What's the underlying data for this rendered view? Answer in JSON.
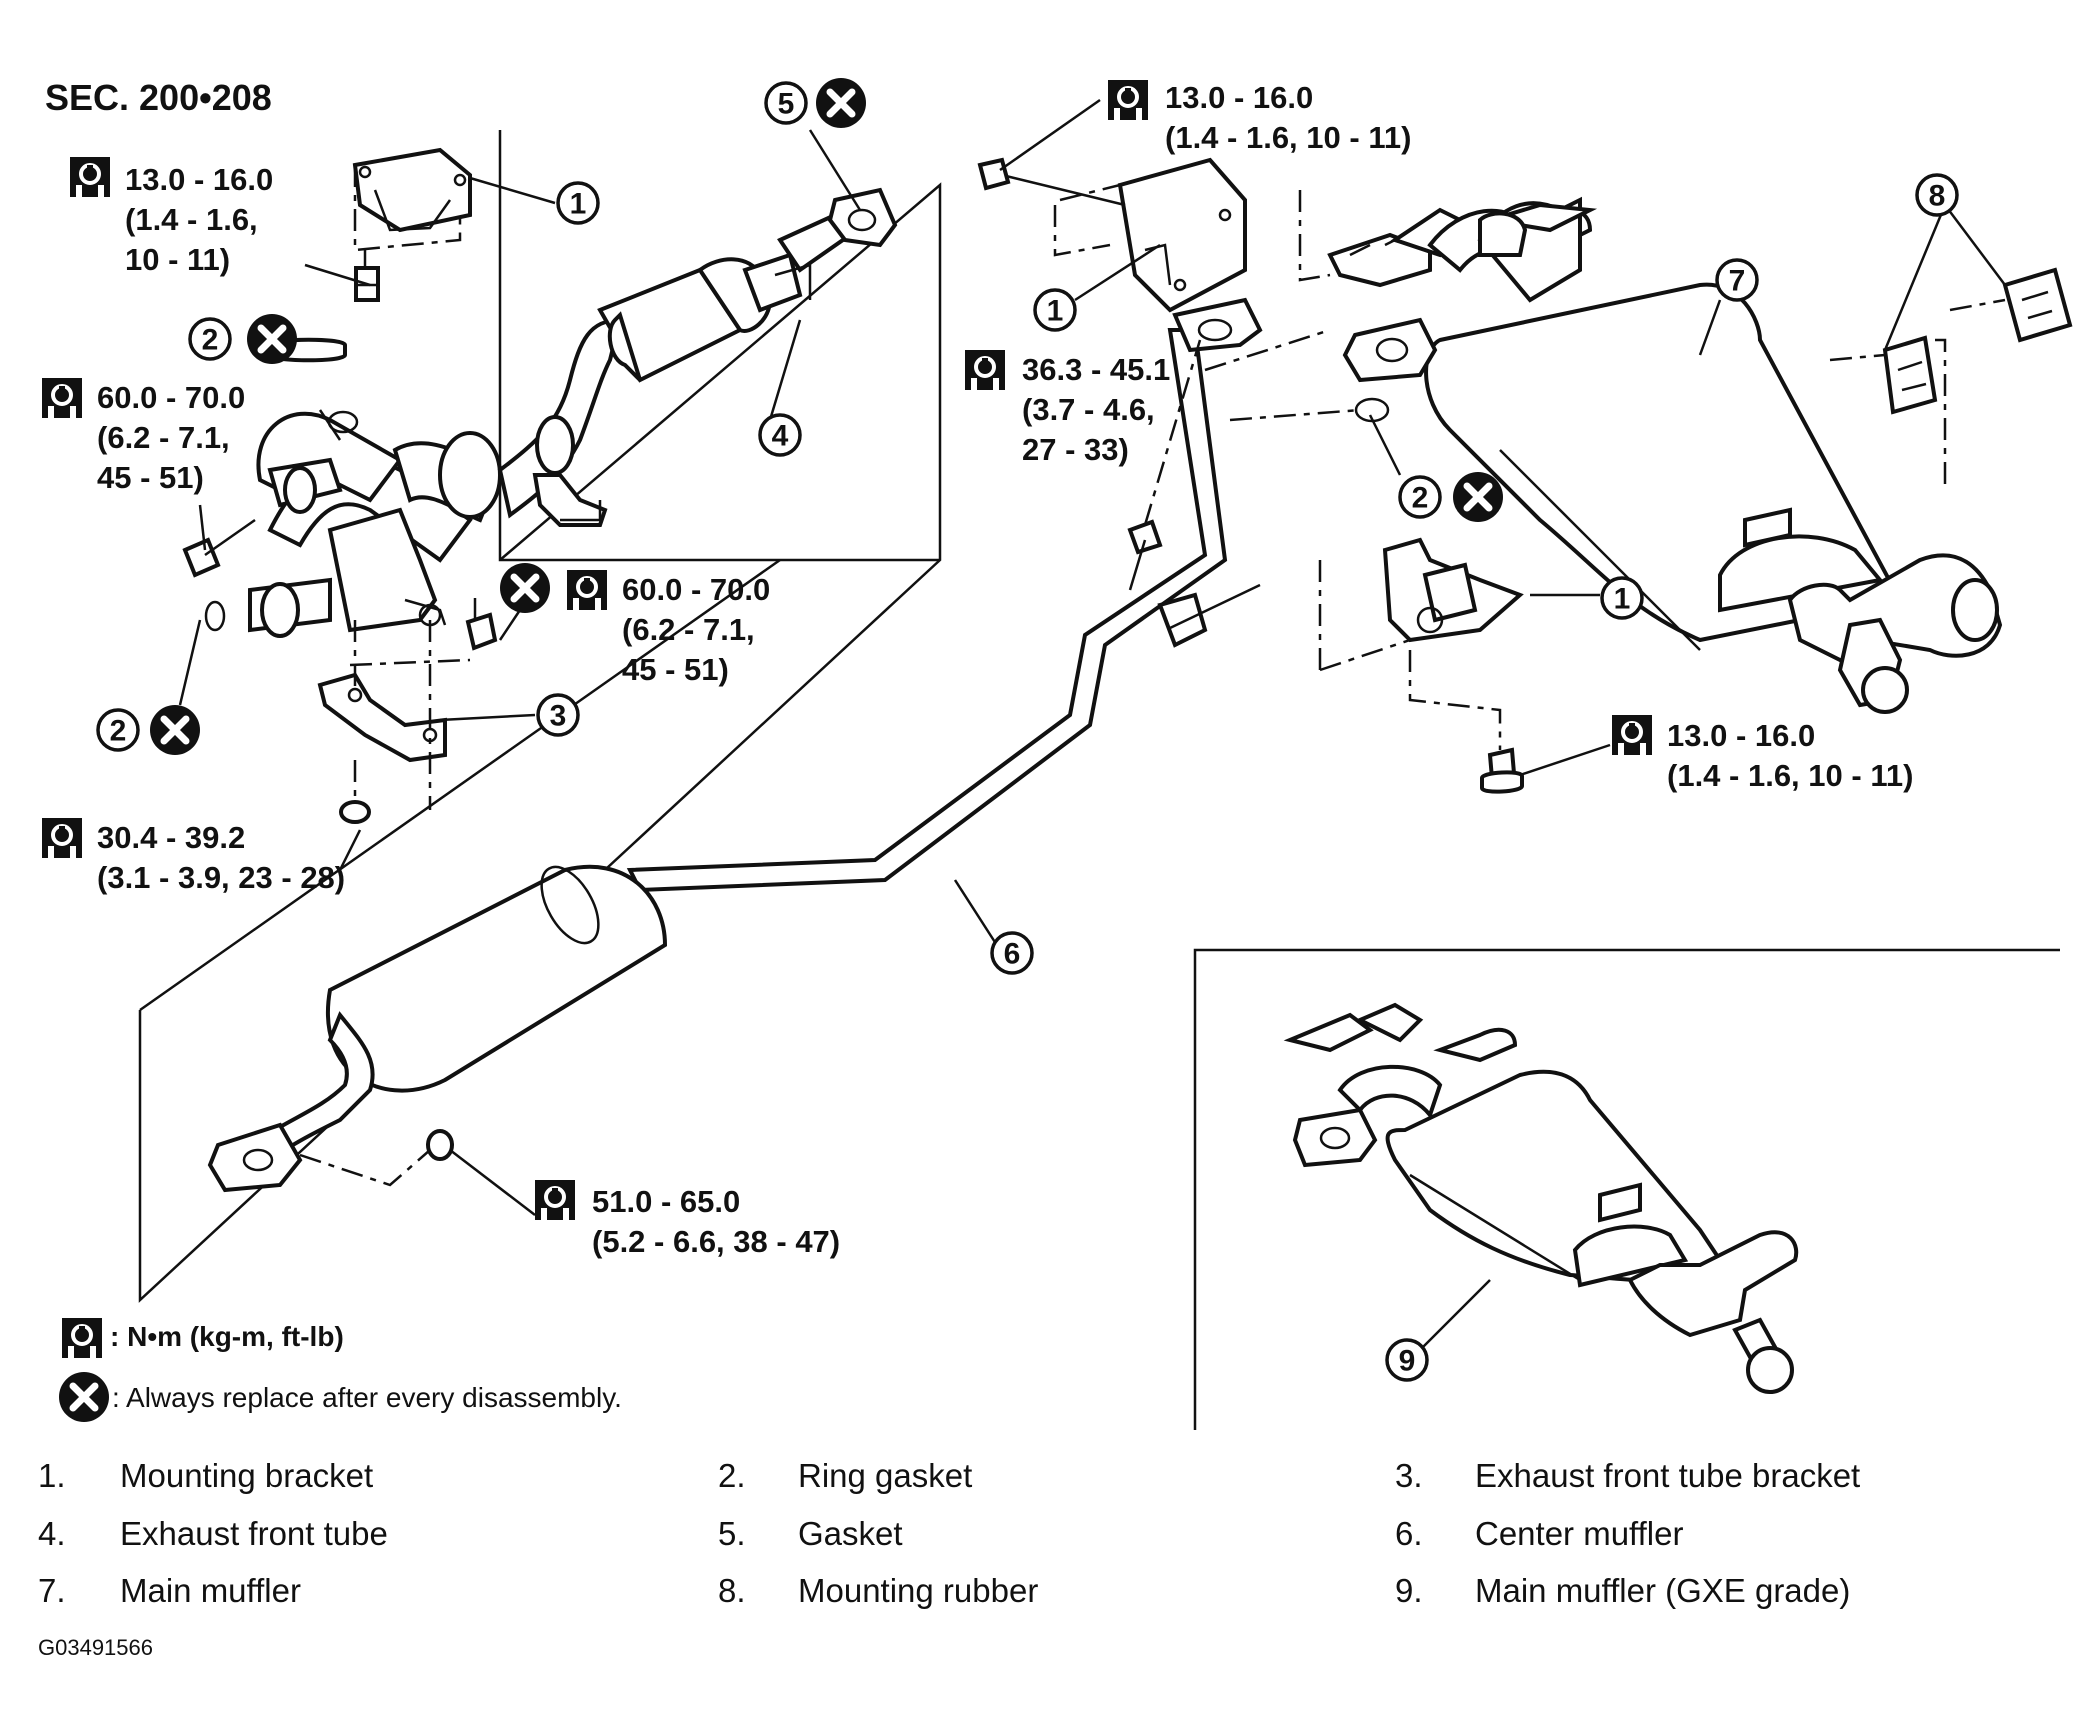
{
  "section_code": "SEC. 200•208",
  "figure_id": "G03491566",
  "torques": {
    "t_front_bracket_bolt": [
      "13.0 - 16.0",
      "(1.4 - 1.6,",
      "10 - 11)"
    ],
    "t_front_flange_bolt": [
      "60.0 - 70.0",
      "(6.2 - 7.1,",
      "45 - 51)"
    ],
    "t_front_tube_nut": [
      "60.0 - 70.0",
      "(6.2 - 7.1,",
      "45 - 51)"
    ],
    "t_bracket_nut": [
      "30.4 - 39.2",
      "(3.1 - 3.9, 23 - 28)"
    ],
    "t_center_flange_nut": [
      "51.0 - 65.0",
      "(5.2 - 6.6, 38 - 47)"
    ],
    "t_rear_bracket_bolt_top": [
      "13.0 - 16.0",
      "(1.4 - 1.6, 10 - 11)"
    ],
    "t_main_flange_nut": [
      "36.3 - 45.1",
      "(3.7 - 4.6,",
      "27 - 33)"
    ],
    "t_rear_bracket_bolt_bottom": [
      "13.0 - 16.0",
      "(1.4 - 1.6, 10 - 11)"
    ]
  },
  "callouts": [
    "1",
    "2",
    "3",
    "4",
    "5",
    "6",
    "7",
    "8",
    "9"
  ],
  "legend": {
    "torque_unit": ": N•m (kg-m, ft-lb)",
    "replace_note": ": Always replace after every disassembly.",
    "torque_icon": "torque-wrench-icon",
    "replace_icon": "replace-x-icon"
  },
  "parts": [
    {
      "num": "1.",
      "name": "Mounting bracket"
    },
    {
      "num": "2.",
      "name": "Ring gasket"
    },
    {
      "num": "3.",
      "name": "Exhaust front tube bracket"
    },
    {
      "num": "4.",
      "name": "Exhaust front tube"
    },
    {
      "num": "5.",
      "name": "Gasket"
    },
    {
      "num": "6.",
      "name": "Center muffler"
    },
    {
      "num": "7.",
      "name": "Main muffler"
    },
    {
      "num": "8.",
      "name": "Mounting rubber"
    },
    {
      "num": "9.",
      "name": "Main muffler (GXE grade)"
    }
  ]
}
